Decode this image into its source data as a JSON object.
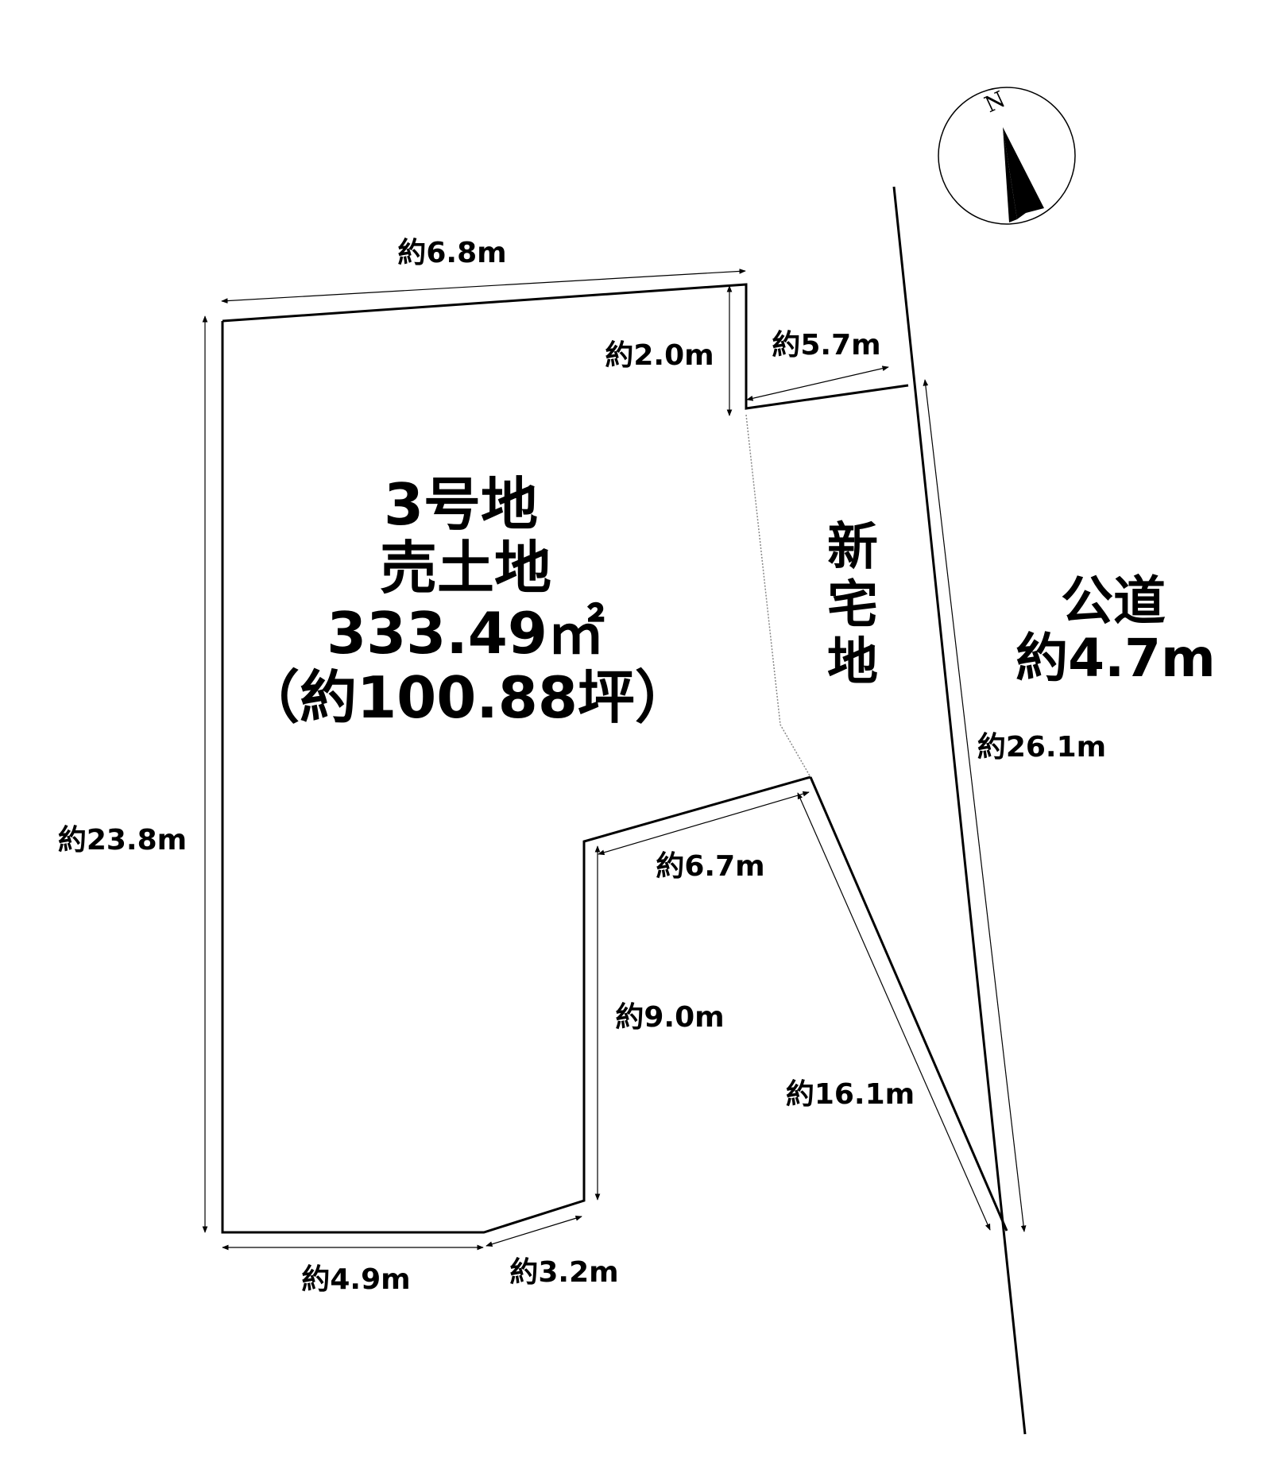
{
  "lot": {
    "line1": "3号地",
    "line2": "売土地",
    "area_sqm": "333.49㎡",
    "area_tsubo": "（約100.88坪）"
  },
  "new_lot": {
    "chars": [
      "新",
      "宅",
      "地"
    ]
  },
  "road": {
    "name": "公道",
    "width": "約4.7m"
  },
  "compass": {
    "label": "N"
  },
  "dimensions": {
    "top": "約6.8m",
    "notch_vertical": "約2.0m",
    "notch_horizontal": "約5.7m",
    "left": "約23.8m",
    "bottom_left": "約4.9m",
    "bottom_mid": "約3.2m",
    "inner_vertical": "約9.0m",
    "inner_horizontal": "約6.7m",
    "diagonal": "約16.1m",
    "road_side": "約26.1m"
  },
  "colors": {
    "line": "#000000",
    "background": "#ffffff",
    "dotted": "#888888"
  }
}
